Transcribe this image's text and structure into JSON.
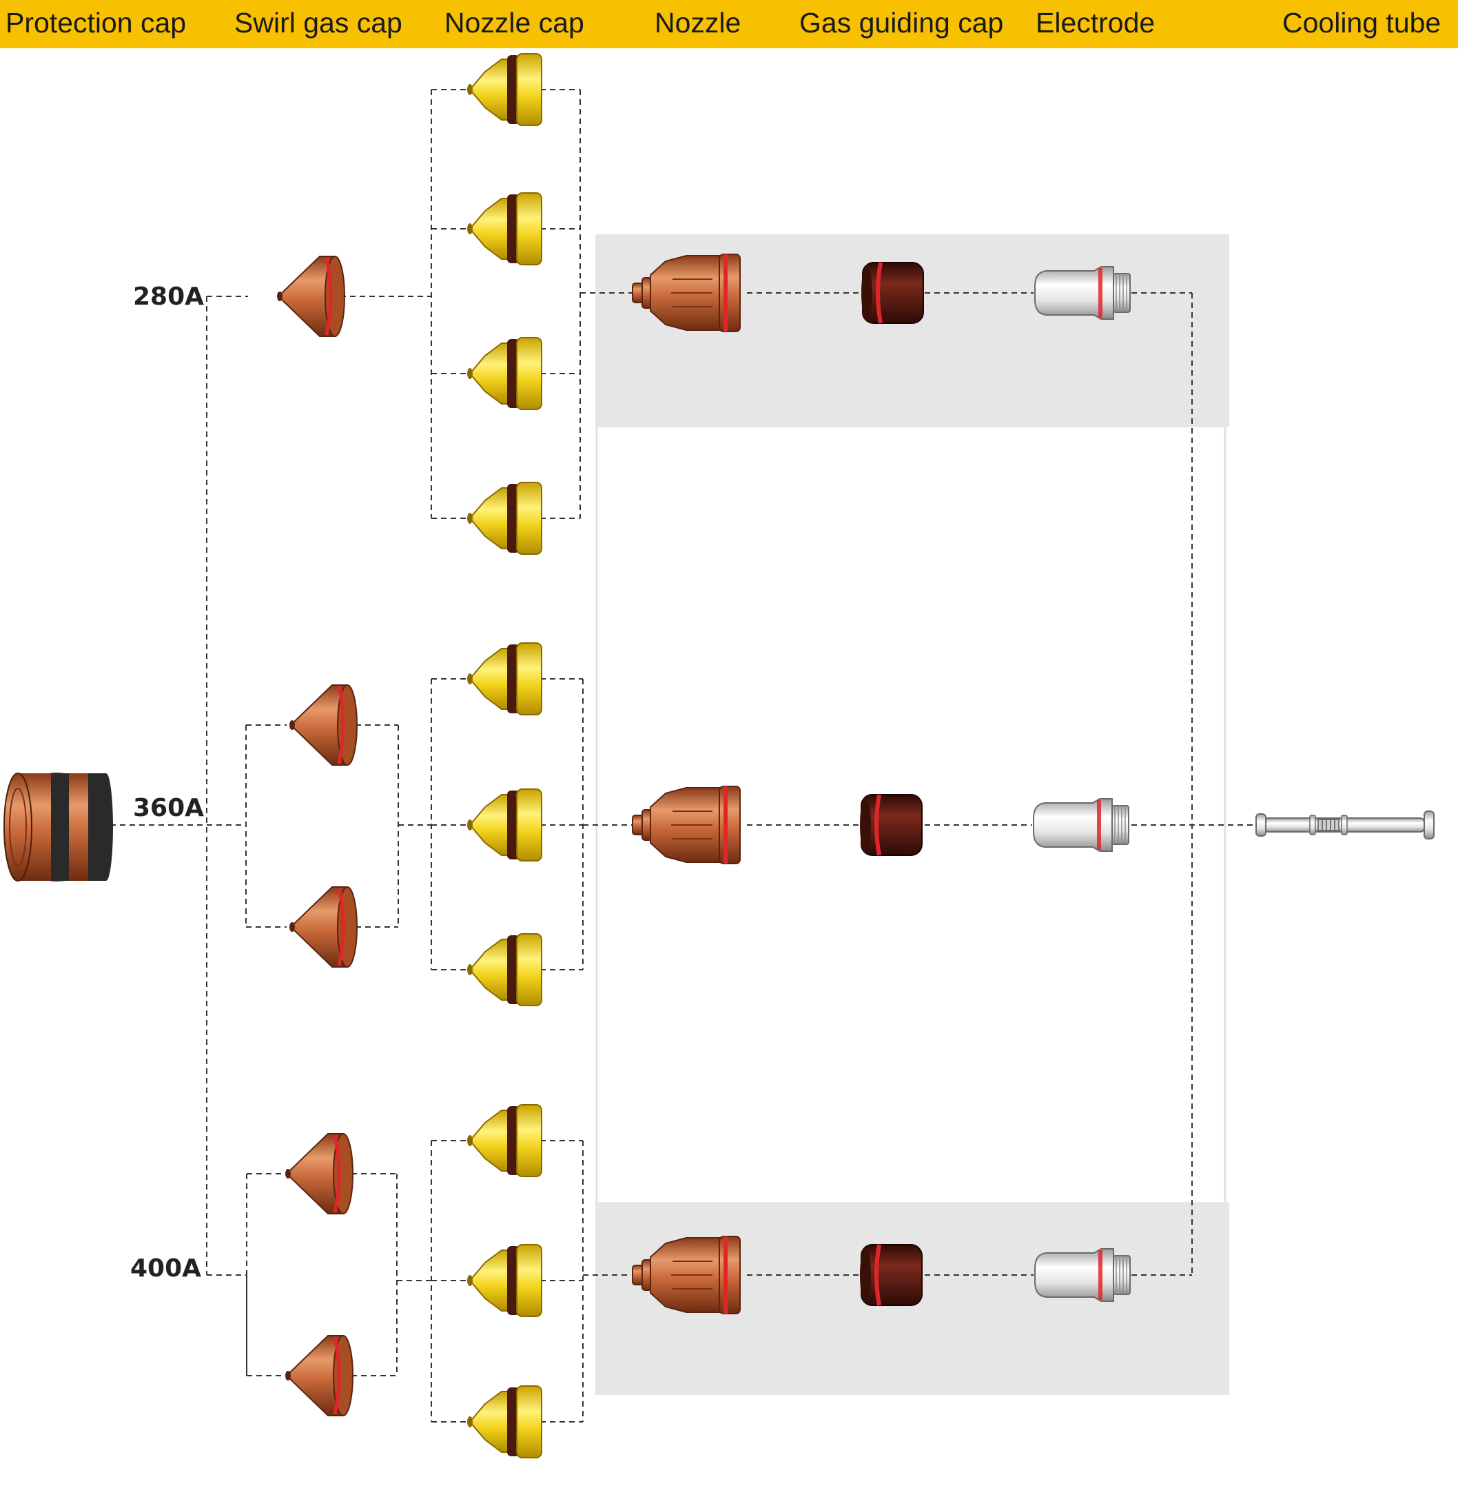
{
  "header": {
    "columns": [
      "Protection cap",
      "Swirl gas cap",
      "Nozzle cap",
      "Nozzle",
      "Gas guiding cap",
      "Electrode",
      "Cooling tube"
    ],
    "background": "#f7c000"
  },
  "current_labels": [
    "280A",
    "360A",
    "400A"
  ],
  "colors": {
    "copper": "#c8693a",
    "brass": "#f2d21b",
    "dark_insulator": "#5a1a12",
    "red_oring": "#e0262a",
    "silver": "#dedede",
    "highlight_band": "#e6e6e6",
    "connector_line": "#333333"
  },
  "parts": {
    "protection_cap_icon": "copper-protection-cap",
    "swirl_gas_cap_icon": "copper-cone-swirl-cap",
    "nozzle_cap_icon": "brass-nozzle-cap",
    "nozzle_icon": "copper-nozzle",
    "gas_guiding_cap_icon": "dark-gas-guiding-cap",
    "electrode_icon": "silver-electrode",
    "cooling_tube_icon": "silver-cooling-tube"
  }
}
